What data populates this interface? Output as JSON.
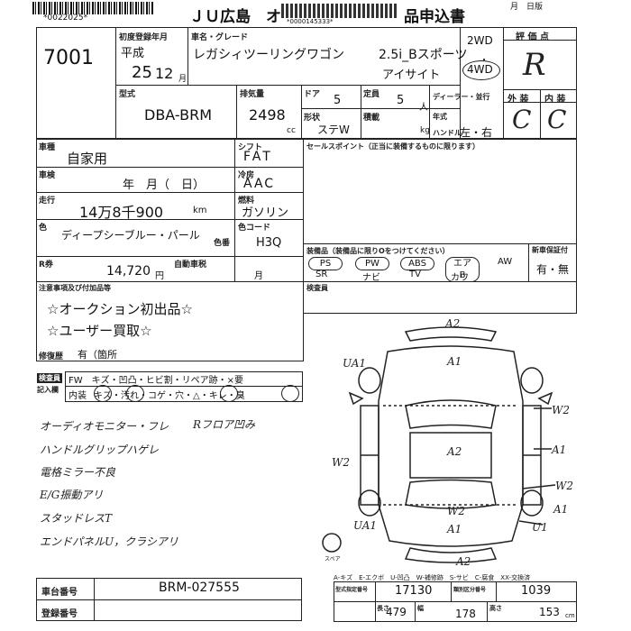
{
  "header": {
    "barcode_number": "*0022025*",
    "title_left": "ＪＵ広島　オ",
    "title_right": "品申込書",
    "date_right": "月　日版",
    "small_number": "*0000145333*"
  },
  "lot": {
    "number": "7001"
  },
  "registration": {
    "label": "初度登録年月",
    "era": "平成",
    "year": "25",
    "month": "12",
    "month_unit": "月"
  },
  "model": {
    "label": "車名・グレード",
    "name": "レガシィツーリングワゴン",
    "grade": "2.5i_Bスポーツ",
    "grade2": "アイサイト"
  },
  "drive": {
    "two": "2WD",
    "four": "4WD"
  },
  "rating": {
    "label": "評 価 点",
    "score": "R",
    "ext_label": "外 装",
    "int_label": "内 装",
    "ext_value": "C",
    "int_value": "C"
  },
  "specs": {
    "type_label": "型式",
    "type_value": "DBA-BRM",
    "displacement_label": "排気量",
    "displacement_value": "2498",
    "displacement_unit": "cc",
    "doors_label": "ドア",
    "doors_value": "5",
    "capacity_label": "定員",
    "capacity_value": "5",
    "capacity_unit": "人",
    "body_label": "形状",
    "body_value": "ステW",
    "load_label": "積載",
    "load_unit": "kg",
    "dealer_label": "ディーラー・並行",
    "year_model_label": "年式",
    "handle_label": "ハンドル",
    "handle_value": "左・右"
  },
  "usage": {
    "label": "車種",
    "value": "自家用",
    "inspection_label": "車検",
    "inspection_value": "年　月（　日）",
    "mileage_label": "走行",
    "mileage_value": "14万8千900",
    "mileage_unit": "km",
    "color_label": "色",
    "color_value": "ディープシーブルー・パール",
    "color_no_label": "色番",
    "color_no_value": "H3Q",
    "recycle_label": "R券",
    "recycle_value": "14,720",
    "recycle_unit": "円",
    "tax_label": "自動車税",
    "tax_unit": "月"
  },
  "shift": {
    "shift_label": "シフト",
    "shift_value": "FAT",
    "ac_label": "冷房",
    "ac_value": "AAC",
    "fuel_label": "燃料",
    "fuel_value": "ガソリン",
    "color_code_label": "色コード"
  },
  "sales_point": {
    "label": "セールスポイント（正当に装備するものに限ります）"
  },
  "equipment": {
    "label": "装備品（装備品に限りOをつけてください）",
    "items_top": [
      "PS",
      "PW",
      "ABS",
      "エアB",
      "AW"
    ],
    "items_bottom": [
      "SR",
      "ナビ",
      "TV",
      "カワ"
    ],
    "new_tag_label": "新車保証付",
    "new_tag_value": "有・無"
  },
  "notes": {
    "label": "注意事項及び付加品等",
    "line1": "☆オークション初出品☆",
    "line2": "☆ユーザー買取☆",
    "repair_label": "修復歴",
    "repair_value": "有（箇所"
  },
  "inspector": {
    "label": "検査員"
  },
  "condition": {
    "row1_label": "検査員",
    "row1_items": "FW　キズ・凹凸・ヒビ割・リペア跡・×要",
    "row2_label": "内装",
    "row2_items": "キズ・汚れ・コゲ・穴・△・キレ・臭"
  },
  "handwritten_notes": [
    "オーディオモニター・フレ",
    "ハンドルグリップハゲレ",
    "電格ミラー不良",
    "E/G振動アリ",
    "スタッドレスT",
    "エンドパネルU，クラシアリ"
  ],
  "handwritten_floor": "Rフロア凹み",
  "diagram": {
    "legend": "A-キズ　E-エクボ　U-凹凸　W-補修跡　S-サビ　C-腐食　XX-交換済",
    "marks": [
      "A2",
      "A1",
      "UA1",
      "W2",
      "A2",
      "A1",
      "W2",
      "W2",
      "A1",
      "U1",
      "UA1",
      "W2",
      "A1",
      "A2"
    ],
    "spare_label": "スペア"
  },
  "footer": {
    "chassis_label": "車台番号",
    "chassis_value": "BRM-027555",
    "reg_label": "登録番号",
    "weight_label": "型式指定番号",
    "weight_value": "17130",
    "class_label": "類別区分番号",
    "class_value": "1039",
    "length_label": "長さ",
    "length_value": "479",
    "width_label": "幅",
    "width_value": "178",
    "height_label": "高さ",
    "height_value": "153",
    "cm_unit": "cm"
  }
}
